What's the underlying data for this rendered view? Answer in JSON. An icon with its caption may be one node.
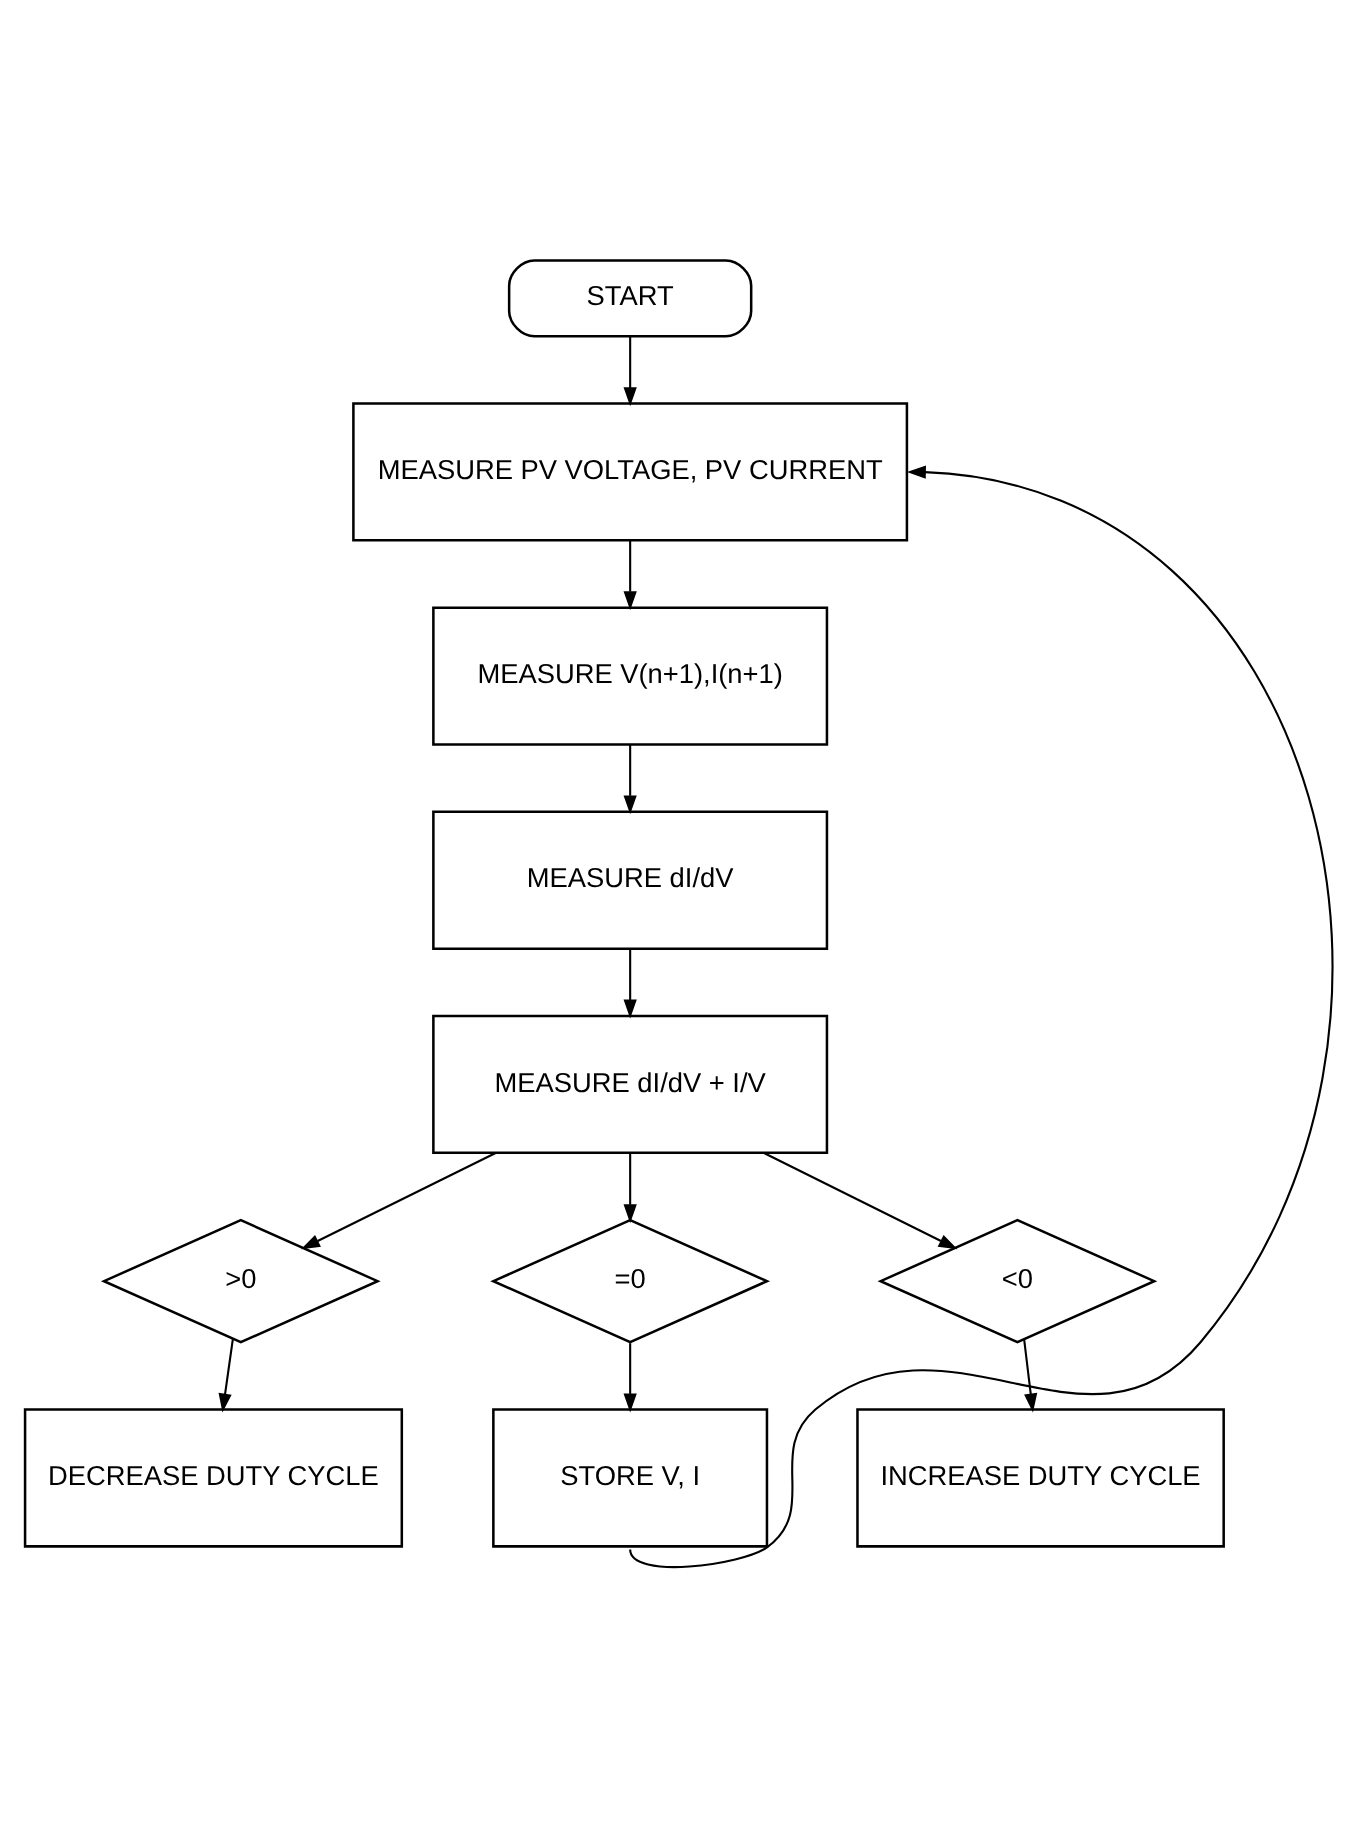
{
  "diagram": {
    "nodes": [
      {
        "text": [
          "START"
        ]
      },
      {
        "text": [
          "MEASURE PV VOLTAGE, PV CURRENT"
        ]
      },
      {
        "text": [
          "MEASURE V(n+1),I(n+1)"
        ]
      },
      {
        "text": [
          "MEASURE dI/dV"
        ]
      },
      {
        "text": [
          "MEASURE dI/dV + I/V"
        ]
      },
      {
        "text": [
          ">0"
        ]
      },
      {
        "text": [
          "=0"
        ]
      },
      {
        "text": [
          "<0"
        ]
      },
      {
        "text": [
          "DECREASE DUTY CYCLE"
        ]
      },
      {
        "text": [
          "STORE V, I"
        ]
      },
      {
        "text": [
          "INCREASE DUTY CYCLE"
        ]
      }
    ],
    "edges": [
      {
        "from": 0,
        "to": 1,
        "arrow": "to"
      },
      {
        "from": 1,
        "to": 2,
        "arrow": "to"
      },
      {
        "from": 2,
        "to": 3,
        "arrow": "to"
      },
      {
        "from": 3,
        "to": 4,
        "arrow": "to"
      },
      {
        "from": 4,
        "to": 5,
        "arrow": "to"
      },
      {
        "from": 4,
        "to": 6,
        "arrow": "to"
      },
      {
        "from": 4,
        "to": 7,
        "arrow": "to"
      },
      {
        "from": 5,
        "to": 8,
        "arrow": "to"
      },
      {
        "from": 6,
        "to": 9,
        "arrow": "to"
      },
      {
        "from": 7,
        "to": 10,
        "arrow": "to"
      },
      {
        "from": 9,
        "to": 1,
        "arrow": "to"
      }
    ]
  }
}
